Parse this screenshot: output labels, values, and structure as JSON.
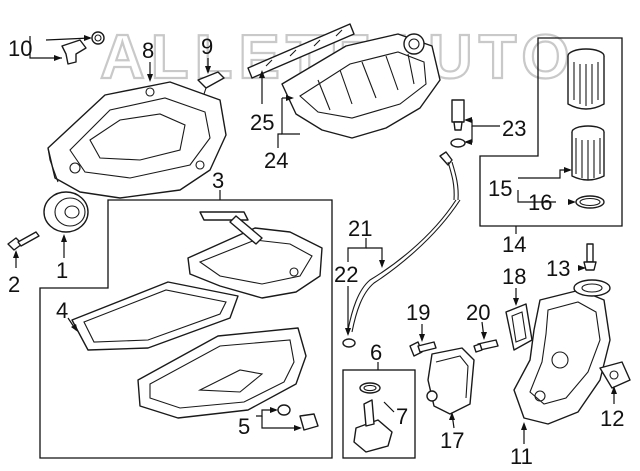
{
  "watermark": "ALLETEAUTO",
  "callouts": {
    "c1": "1",
    "c2": "2",
    "c3": "3",
    "c4": "4",
    "c5": "5",
    "c6": "6",
    "c7": "7",
    "c8": "8",
    "c9": "9",
    "c10": "10",
    "c11": "11",
    "c12": "12",
    "c13": "13",
    "c14": "14",
    "c15": "15",
    "c16": "16",
    "c17": "17",
    "c18": "18",
    "c19": "19",
    "c20": "20",
    "c21": "21",
    "c22": "22",
    "c23": "23",
    "c24": "24",
    "c25": "25"
  }
}
